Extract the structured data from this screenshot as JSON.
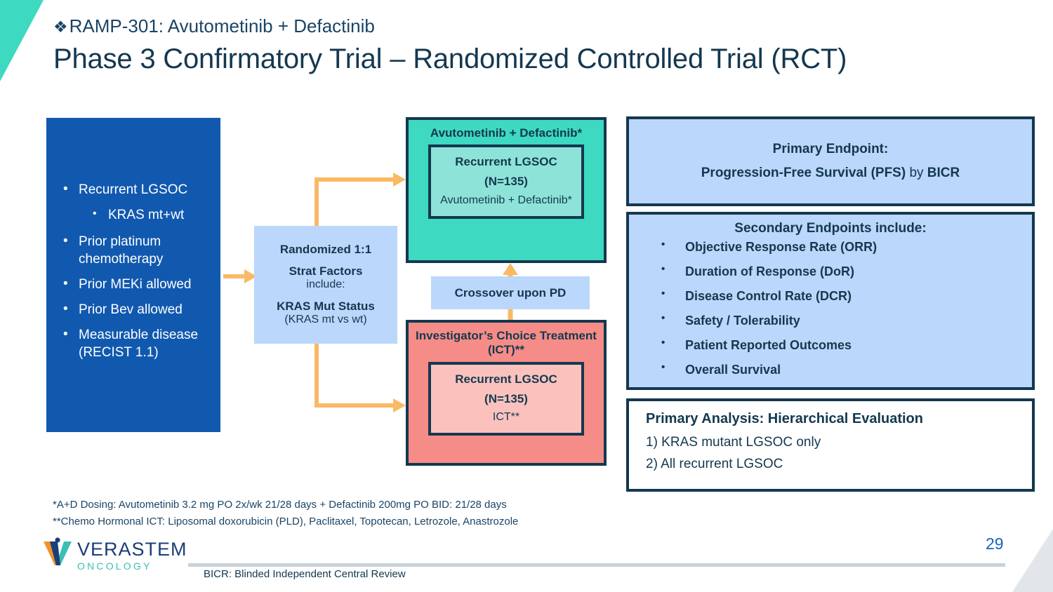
{
  "header": {
    "diamond_icon": "❖",
    "eyebrow_code": "RAMP-301:",
    "eyebrow_rest": " Avutometinib + Defactinib",
    "title": "Phase 3 Confirmatory Trial – Randomized Controlled Trial (RCT)"
  },
  "eligibility": {
    "items": [
      {
        "text": "Recurrent LGSOC",
        "level": 1
      },
      {
        "text": "KRAS mt+wt",
        "level": 2
      },
      {
        "text": "Prior platinum chemotherapy",
        "level": 1
      },
      {
        "text": "Prior MEKi allowed",
        "level": 1
      },
      {
        "text": "Prior Bev allowed",
        "level": 1
      },
      {
        "text": "Measurable disease (RECIST 1.1)",
        "level": 1
      }
    ]
  },
  "randomization": {
    "line1": "Randomized 1:1",
    "line2": "Strat Factors",
    "line3": "include:",
    "line4": "KRAS Mut Status",
    "line5": "(KRAS mt vs wt)"
  },
  "arms": {
    "experimental": {
      "title": "Avutometinib + Defactinib*",
      "population": "Recurrent LGSOC",
      "n": "(N=135)",
      "treatment": "Avutometinib + Defactinib*"
    },
    "control": {
      "title": "Investigator’s Choice Treatment (ICT)**",
      "population": "Recurrent LGSOC",
      "n": "(N=135)",
      "treatment": "ICT**"
    },
    "crossover_label": "Crossover upon PD"
  },
  "endpoints": {
    "primary_label": "Primary Endpoint:",
    "primary_value_bold_1": "Progression-Free Survival (PFS)",
    "primary_value_regular": " by ",
    "primary_value_bold_2": "BICR",
    "secondary_heading": "Secondary Endpoints include:",
    "secondary_items": [
      "Objective Response Rate (ORR)",
      "Duration of Response (DoR)",
      "Disease Control Rate (DCR)",
      "Safety / Tolerability",
      "Patient Reported Outcomes",
      "Overall Survival"
    ]
  },
  "analysis": {
    "heading": "Primary Analysis:  Hierarchical Evaluation",
    "item1": "1) KRAS mutant LGSOC only",
    "item2": "2) All recurrent LGSOC"
  },
  "footnotes": {
    "note1": "*A+D Dosing: Avutometinib 3.2 mg PO 2x/wk 21/28 days + Defactinib 200mg PO BID: 21/28 days",
    "note2": "**Chemo Hormonal ICT: Liposomal doxorubicin (PLD), Paclitaxel, Topotecan, Letrozole, Anastrozole"
  },
  "footer": {
    "logo_name": "VERASTEM",
    "logo_sub": "ONCOLOGY",
    "abbreviation_note": "BICR: Blinded Independent Central Review",
    "page_number": "29"
  },
  "colors": {
    "brand_navy": "#14384F",
    "brand_blue": "#1159AF",
    "light_blue": "#BBD7FB",
    "teal": "#3DD9C0",
    "teal_light": "#8EE3D8",
    "coral": "#F58C87",
    "coral_light": "#FBC2BD",
    "arrow_orange": "#FAB964",
    "logo_teal": "#3BBFB4",
    "logo_orange": "#F0932B",
    "page_number_blue": "#1B62B8"
  }
}
